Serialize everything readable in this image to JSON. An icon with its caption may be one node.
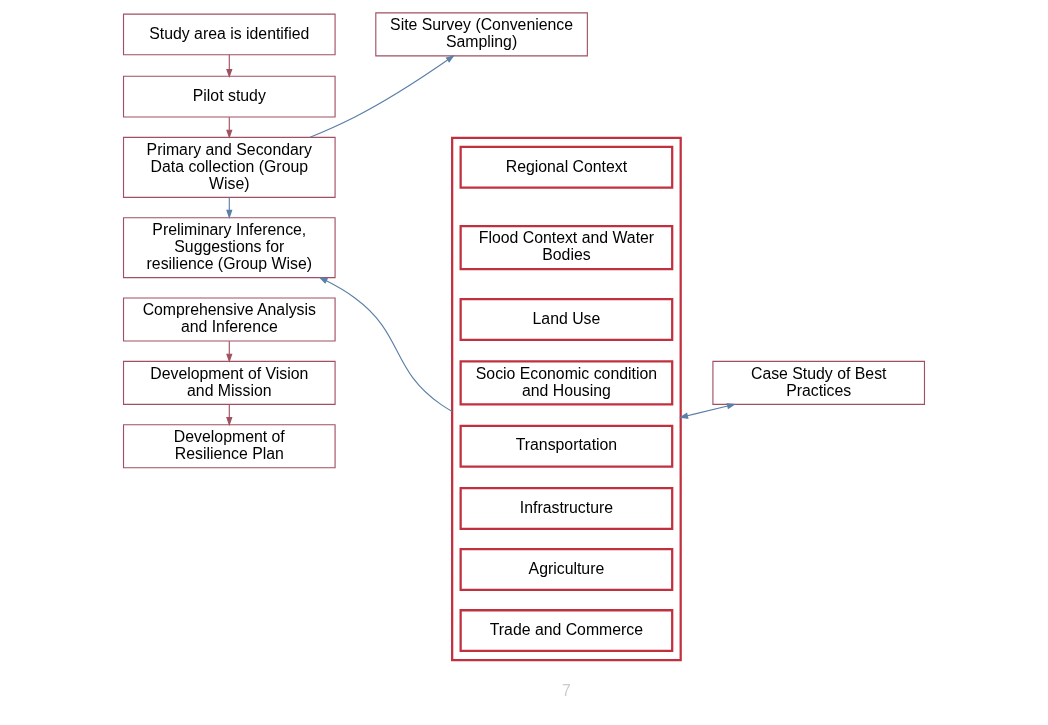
{
  "diagram": {
    "nodes": [
      {
        "text": [
          "Study area is identified"
        ]
      },
      {
        "text": [
          "Pilot study"
        ]
      },
      {
        "text": [
          "Primary and Secondary Data collection (Group Wise)"
        ]
      },
      {
        "text": [
          "Preliminary Inference, Suggestions for resilience (Group Wise)"
        ]
      },
      {
        "text": [
          "Comprehensive Analysis and Inference"
        ]
      },
      {
        "text": [
          "Development of Vision and Mission"
        ]
      },
      {
        "text": [
          "Development of Resilience Plan"
        ]
      },
      {
        "text": [
          "Site Survey (Convenience Sampling)"
        ]
      },
      {
        "text": [],
        "shape": "box"
      },
      {
        "text": [
          "Regional Context"
        ],
        "in": 8
      },
      {
        "text": [
          "Flood Context and Water Bodies"
        ],
        "in": 8
      },
      {
        "text": [
          "Land Use"
        ],
        "in": 8
      },
      {
        "text": [
          "Socio Economic condition and Housing"
        ],
        "in": 8
      },
      {
        "text": [
          "Transportation"
        ],
        "in": 8
      },
      {
        "text": [
          "Infrastructure"
        ],
        "in": 8
      },
      {
        "text": [
          "Agriculture"
        ],
        "in": 8
      },
      {
        "text": [
          "Trade and Commerce"
        ],
        "in": 8
      },
      {
        "text": [
          "Case Study of Best Practices"
        ]
      }
    ],
    "edges": [
      {
        "from": 0,
        "to": 1,
        "arrow": "to"
      },
      {
        "from": 1,
        "to": 2,
        "arrow": "to"
      },
      {
        "from": 2,
        "to": 7,
        "arrow": "to",
        "color": "#5b7fa6"
      },
      {
        "from": 2,
        "to": 3,
        "arrow": "to",
        "color": "#5b7fa6"
      },
      {
        "from": 8,
        "to": 3,
        "arrow": "to",
        "color": "#5b7fa6"
      },
      {
        "from": 8,
        "to": 17,
        "arrow": "both",
        "color": "#5b7fa6"
      },
      {
        "from": 4,
        "to": 5,
        "arrow": "to"
      },
      {
        "from": 5,
        "to": 6,
        "arrow": "to"
      }
    ],
    "labels": [
      "7"
    ]
  }
}
